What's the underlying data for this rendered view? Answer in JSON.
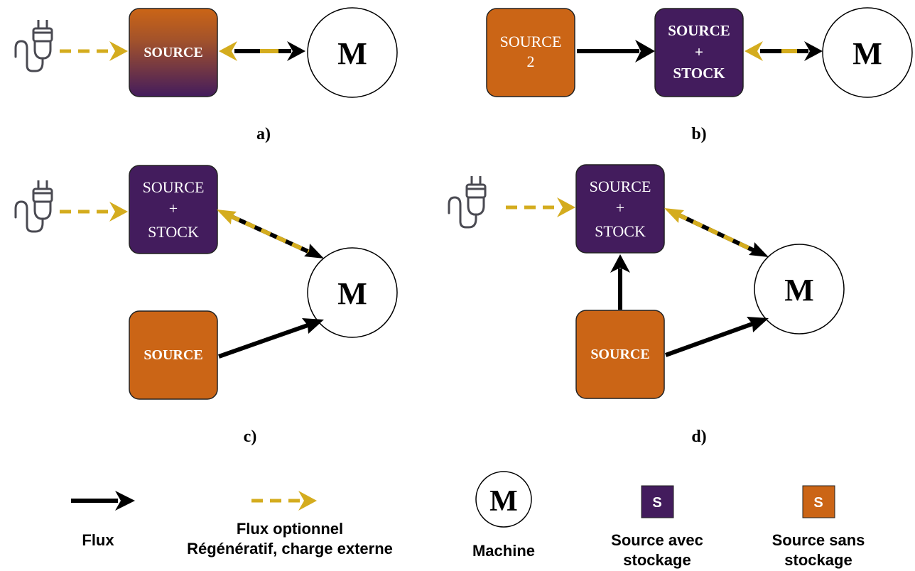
{
  "colors": {
    "storage": "#431c5d",
    "no_storage": "#cb6516",
    "optional_flow": "#d4ac1e",
    "flow": "#000000",
    "plug": "#4a4a52"
  },
  "icons": [
    "plug-icon"
  ],
  "panels": {
    "a": {
      "label": "a)",
      "source_label": "SOURCE",
      "machine_label": "M"
    },
    "b": {
      "label": "b)",
      "source2_line1": "SOURCE",
      "source2_line2": "2",
      "stock_line1": "SOURCE",
      "stock_line2": "+",
      "stock_line3": "STOCK",
      "machine_label": "M"
    },
    "c": {
      "label": "c)",
      "stock_line1": "SOURCE",
      "stock_line2": "+",
      "stock_line3": "STOCK",
      "source_label": "SOURCE",
      "machine_label": "M"
    },
    "d": {
      "label": "d)",
      "stock_line1": "SOURCE",
      "stock_line2": "+",
      "stock_line3": "STOCK",
      "source_label": "SOURCE",
      "machine_label": "M"
    }
  },
  "legend": {
    "flux": "Flux",
    "optional_line1": "Flux optionnel",
    "optional_line2": "Régénératif, charge externe",
    "machine_symbol": "M",
    "machine": "Machine",
    "storage_symbol": "S",
    "storage_line1": "Source avec",
    "storage_line2": "stockage",
    "nostorage_symbol": "S",
    "nostorage_line1": "Source sans",
    "nostorage_line2": "stockage"
  }
}
